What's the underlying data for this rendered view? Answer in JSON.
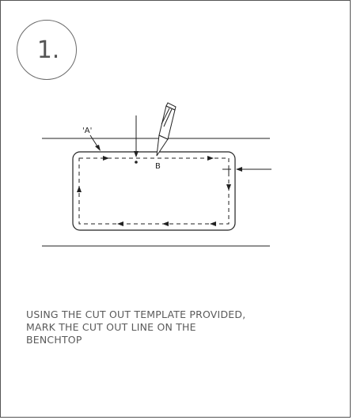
{
  "step": {
    "number": "1."
  },
  "diagram": {
    "label_a": "'A'",
    "label_b": "B"
  },
  "caption": {
    "lines": [
      "USING THE CUT OUT TEMPLATE PROVIDED,",
      "MARK THE CUT OUT LINE ON THE",
      "BENCHTOP"
    ]
  }
}
